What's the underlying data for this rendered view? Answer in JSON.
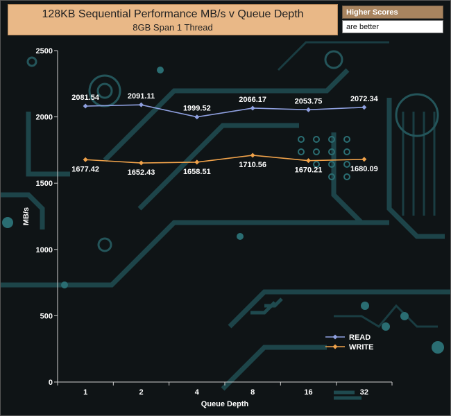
{
  "header": {
    "title": "128KB Sequential Performance MB/s v Queue Depth",
    "subtitle": "8GB Span 1 Thread"
  },
  "notes": {
    "line1": "Higher Scores",
    "line2": "are better"
  },
  "chart_data": {
    "type": "line",
    "title": "128KB Sequential Performance MB/s v Queue Depth",
    "subtitle": "8GB Span 1 Thread",
    "xlabel": "Queue Depth",
    "ylabel": "MB/s",
    "categories": [
      "1",
      "2",
      "4",
      "8",
      "16",
      "32"
    ],
    "ylim": [
      0,
      2500
    ],
    "yticks": [
      0,
      500,
      1000,
      1500,
      2000,
      2500
    ],
    "grid": false,
    "legend_position": "bottom-right",
    "series": [
      {
        "name": "READ",
        "color": "#8fa0e0",
        "values": [
          2081.54,
          2091.11,
          1999.52,
          2066.17,
          2053.75,
          2072.34
        ]
      },
      {
        "name": "WRITE",
        "color": "#f0a24a",
        "values": [
          1677.42,
          1652.43,
          1658.51,
          1710.56,
          1670.21,
          1680.09
        ]
      }
    ]
  }
}
